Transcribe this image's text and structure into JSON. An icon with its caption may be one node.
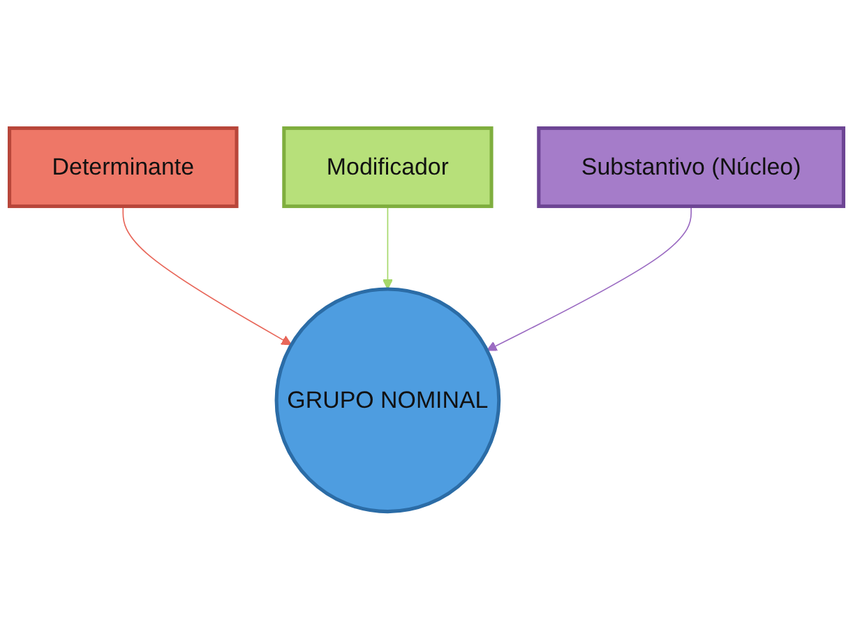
{
  "diagram": {
    "nodes": [
      {
        "text": [
          "Modificador"
        ]
      },
      {
        "text": [
          "Determinante"
        ]
      },
      {
        "text": [
          "Substantivo (Núcleo)"
        ]
      },
      {
        "text": [
          "GRUPO NOMINAL"
        ]
      }
    ],
    "edges": [
      {
        "from": 1,
        "to": 3,
        "arrow": "to",
        "color": "#e8675a"
      },
      {
        "from": 0,
        "to": 3,
        "arrow": "to",
        "color": "#a6d86a"
      },
      {
        "from": 2,
        "to": 3,
        "arrow": "to",
        "color": "#9b6bc2"
      }
    ]
  }
}
